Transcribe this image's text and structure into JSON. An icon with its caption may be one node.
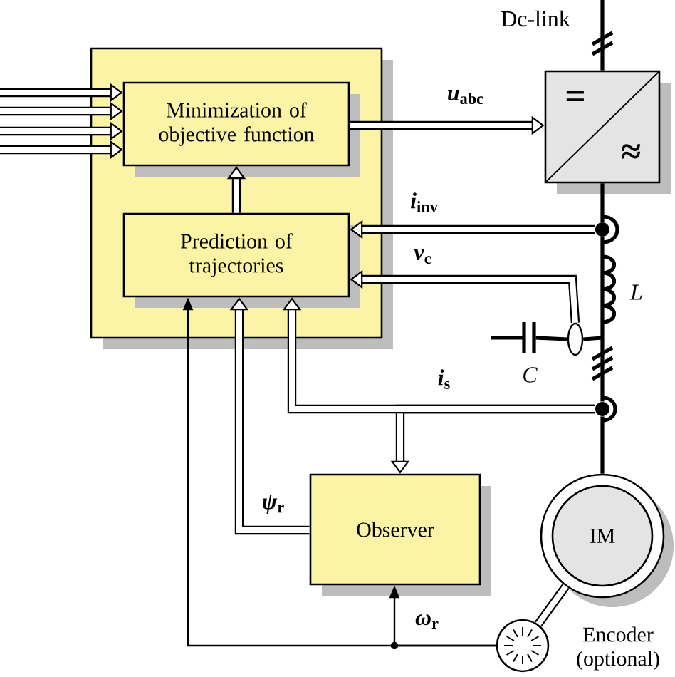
{
  "diagram": {
    "nodes": [
      {
        "text": [],
        "shape": "box"
      },
      {
        "text": [
          "Minimization of objective function"
        ],
        "in": 0
      },
      {
        "text": [
          "Prediction of trajectories"
        ],
        "in": 0
      },
      {
        "text": [
          "=",
          "≈"
        ]
      },
      {
        "text": [
          "Observer"
        ]
      },
      {
        "text": [
          "IM"
        ]
      },
      {
        "text": [],
        "shape": "circle",
        "beside": [
          "Encoder (optional)"
        ]
      },
      {
        "text": [],
        "shape": "circle"
      },
      {
        "text": [],
        "shape": "ellipse"
      },
      {
        "text": [],
        "shape": "circle"
      },
      {
        "text": [],
        "shape": "capacitor",
        "beside": [
          "C"
        ]
      }
    ],
    "edges": [
      {
        "from": null,
        "to": 1,
        "arrow": "to"
      },
      {
        "from": null,
        "to": 1,
        "arrow": "to"
      },
      {
        "from": null,
        "to": 1,
        "arrow": "to"
      },
      {
        "from": null,
        "to": 1,
        "arrow": "to"
      },
      {
        "from": 2,
        "to": 1,
        "arrow": "to"
      },
      {
        "from": 1,
        "to": 3,
        "arrow": "to",
        "label": "*u*$_{abc}$"
      },
      {
        "from": 7,
        "to": 2,
        "arrow": "to",
        "label": "*i*$_{inv}$"
      },
      {
        "from": 8,
        "to": 2,
        "arrow": "to",
        "label": "*v*$_{c}$"
      },
      {
        "from": 9,
        "to": 4,
        "arrow": "to"
      },
      {
        "from": 9,
        "to": 2,
        "arrow": "to",
        "label": "*i*$_{s}$"
      },
      {
        "from": 4,
        "to": 2,
        "arrow": "to",
        "label": "*ψ*$_{r}$"
      },
      {
        "from": 6,
        "to": 2,
        "arrow": "to"
      },
      {
        "from": 6,
        "to": 4,
        "arrow": "to",
        "label": "*ω*$_{r}$"
      },
      {
        "from": 5,
        "to": 6,
        "arrow": "none"
      },
      {
        "from": null,
        "to": 3,
        "arrow": "none"
      },
      {
        "from": 3,
        "to": 7,
        "arrow": "none"
      },
      {
        "from": 7,
        "to": 9,
        "arrow": "none"
      },
      {
        "from": 9,
        "to": 5,
        "arrow": "none"
      },
      {
        "from": 10,
        "to": 8,
        "arrow": "none"
      },
      {
        "from": 8,
        "to": null,
        "arrow": "none"
      }
    ],
    "labels": [
      "Dc-link",
      "L"
    ]
  }
}
